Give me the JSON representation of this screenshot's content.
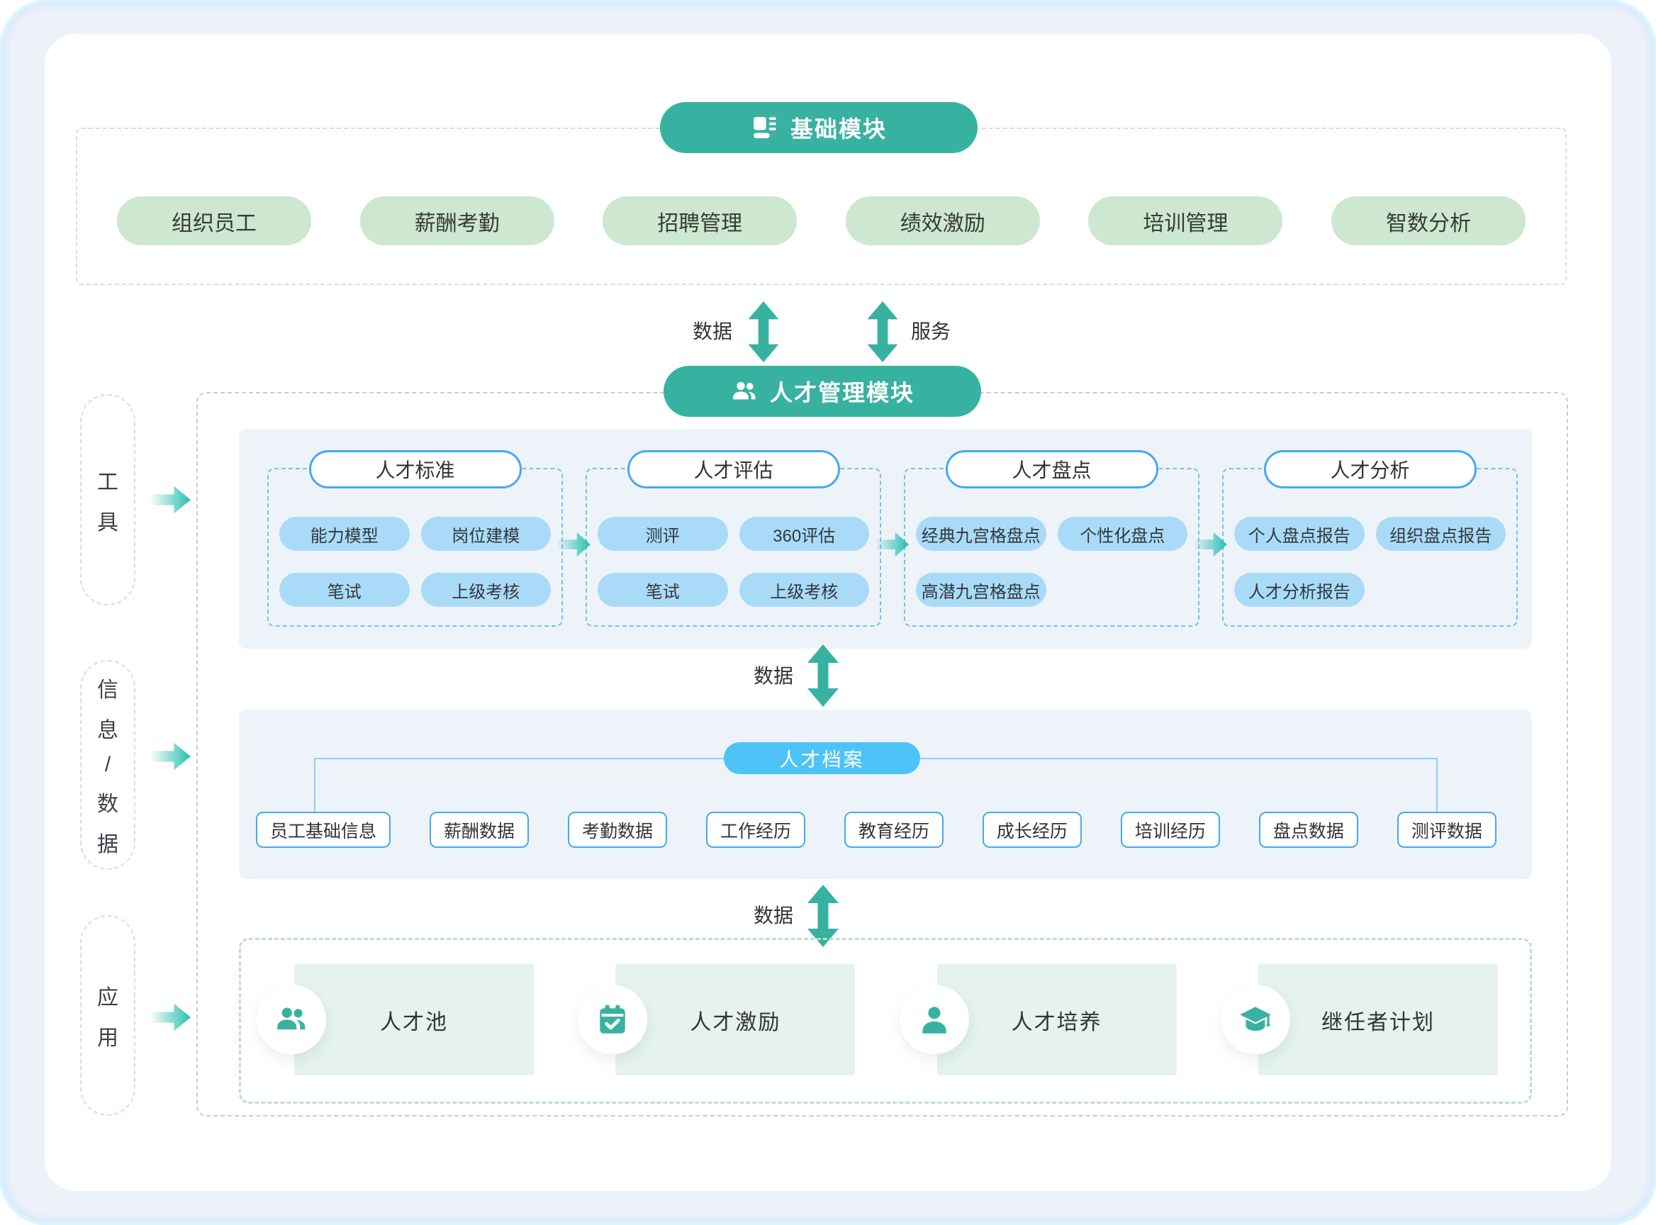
{
  "colors": {
    "teal": "#38b2a0",
    "arrow-end": "#27c0ae",
    "green-pill": "#cde7d0",
    "panel": "#eef3fa",
    "blue-border": "#45a9ef",
    "blue-pill": "#a9dbf8",
    "bright-blue": "#4ec3f7",
    "mint": "#e5f2ee",
    "ink": "#343a3f",
    "dash-green": "#cbe7d1",
    "dash-green2": "#bfe0c6",
    "dash-gray": "#c7d1cc",
    "dash-blue": "#74c0f1",
    "connector": "#8ecdf4"
  },
  "basic_section": {
    "icon": "grid-list-icon",
    "title": "基础模块",
    "modules": [
      "组织员工",
      "薪酬考勤",
      "招聘管理",
      "绩效激励",
      "培训管理",
      "智数分析"
    ]
  },
  "flow_labels": {
    "top_left": "数据",
    "top_right": "服务",
    "tools_to_archive": "数据",
    "archive_to_apps": "数据"
  },
  "talent_section": {
    "icon": "users-icon",
    "title": "人才管理模块"
  },
  "sidebar": {
    "items": [
      "工具",
      "信息/数据",
      "应用"
    ]
  },
  "tools": {
    "groups": [
      {
        "title": "人才标准",
        "items": [
          "能力模型",
          "岗位建模",
          "笔试",
          "上级考核"
        ]
      },
      {
        "title": "人才评估",
        "items": [
          "测评",
          "360评估",
          "笔试",
          "上级考核"
        ]
      },
      {
        "title": "人才盘点",
        "items": [
          "经典九宫格盘点",
          "个性化盘点",
          "高潜九宫格盘点"
        ]
      },
      {
        "title": "人才分析",
        "items": [
          "个人盘点报告",
          "组织盘点报告",
          "人才分析报告"
        ]
      }
    ]
  },
  "archive": {
    "title": "人才档案",
    "items": [
      "员工基础信息",
      "薪酬数据",
      "考勤数据",
      "工作经历",
      "教育经历",
      "成长经历",
      "培训经历",
      "盘点数据",
      "测评数据"
    ]
  },
  "applications": {
    "cards": [
      {
        "icon": "users-icon",
        "label": "人才池"
      },
      {
        "icon": "calendar-check-icon",
        "label": "人才激励"
      },
      {
        "icon": "person-icon",
        "label": "人才培养"
      },
      {
        "icon": "graduation-cap-icon",
        "label": "继任者计划"
      }
    ]
  }
}
